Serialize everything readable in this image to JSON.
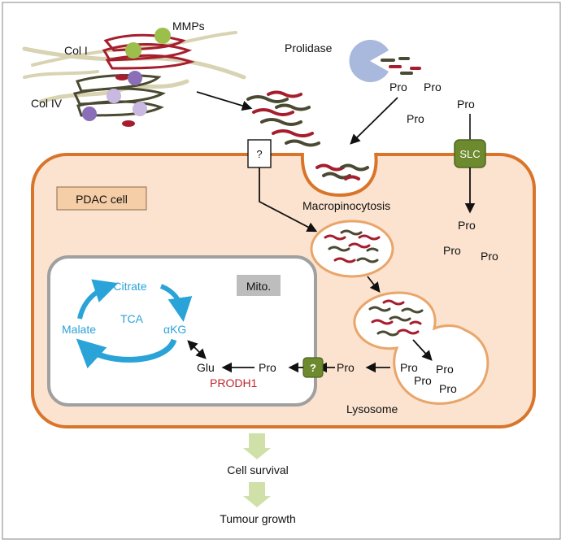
{
  "labels": {
    "mmps": "MMPs",
    "col_i": "Col I",
    "col_iv": "Col IV",
    "prolidase": "Prolidase",
    "pro_prolidase_1": "Pro",
    "pro_prolidase_2": "Pro",
    "pro_prolidase_3": "Pro",
    "pro_outside": "Pro",
    "slc": "SLC",
    "question_transporter": "?",
    "pdac_cell": "PDAC cell",
    "macropinocytosis": "Macropinocytosis",
    "pro_cyto_1": "Pro",
    "pro_cyto_2": "Pro",
    "pro_cyto_3": "Pro",
    "mito": "Mito.",
    "citrate": "Citrate",
    "tca": "TCA",
    "malate": "Malate",
    "akg": "αKG",
    "glu": "Glu",
    "pro_mito": "Pro",
    "prodh1": "PRODH1",
    "question_mito": "?",
    "pro_lyso_out": "Pro",
    "pro_lyso_1": "Pro",
    "pro_lyso_2": "Pro",
    "pro_lyso_3": "Pro",
    "pro_lyso_4": "Pro",
    "lysosome": "Lysosome",
    "cell_survival": "Cell survival",
    "tumour_growth": "Tumour growth"
  },
  "colors": {
    "cell_fill": "#fbe3cf",
    "cell_border": "#d9752b",
    "tca_blue": "#2aa3d8",
    "prodh1_red": "#c0272d",
    "collagen_red": "#a61e2e",
    "collagen_dark": "#4a4a32",
    "slc_green": "#6d8a2e",
    "prolidase_blue": "#a9b8dd",
    "arrow_green": "#cfe0a8",
    "mito_label_bg": "#bdbdbd",
    "pdac_label_bg": "#f5cda6"
  },
  "icons": [
    "collagen-fiber-icon",
    "mmp-ball-icon",
    "prolidase-pacman-icon",
    "slc-transporter-icon",
    "unknown-transporter-icon"
  ]
}
